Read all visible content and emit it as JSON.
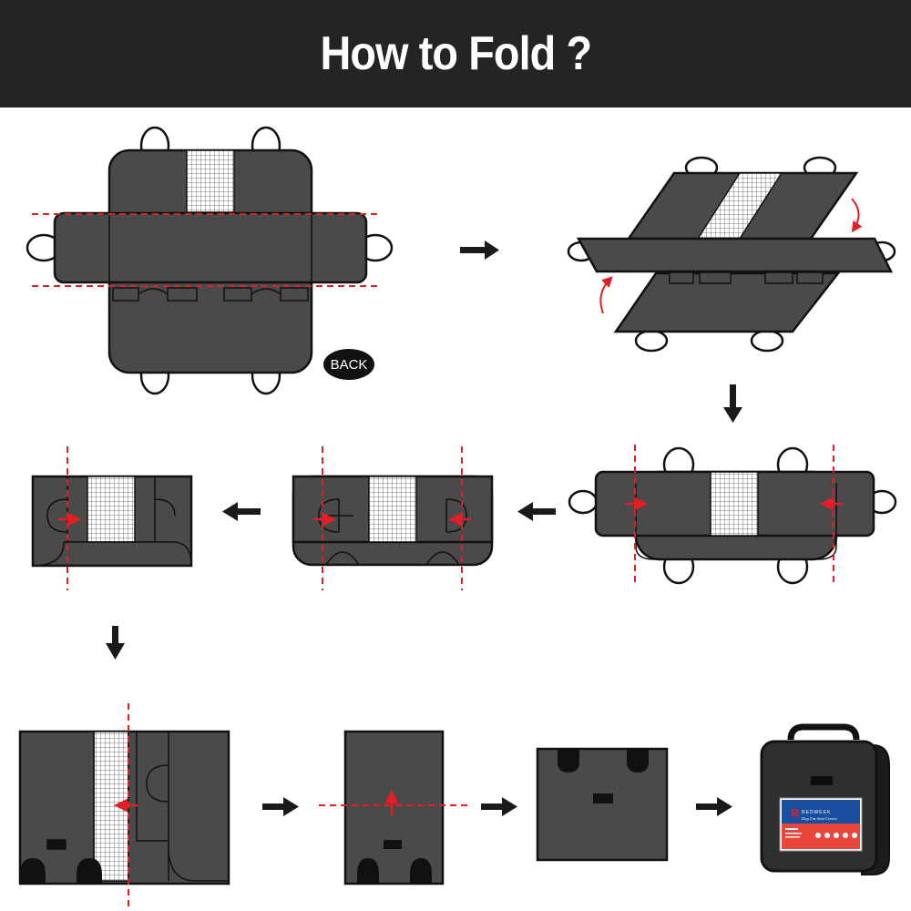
{
  "header": {
    "title": "How to Fold ?"
  },
  "step1": {
    "badge": "BACK"
  },
  "colors": {
    "header_bg": "#242424",
    "panel": "#4a4a4a",
    "outline": "#111111",
    "fold_line": "#e41e26",
    "mesh": "#ffffff",
    "arrow": "#1a1a1a"
  },
  "icons": {
    "step_arrow": "right-arrow-icon",
    "curved_arrow": "curved-arrow-icon",
    "fold_marker": "red-arrow-icon"
  },
  "bag": {
    "brand_letter": "R",
    "brand": "REDWEEK",
    "product": "Dog Car Seat Covers"
  }
}
